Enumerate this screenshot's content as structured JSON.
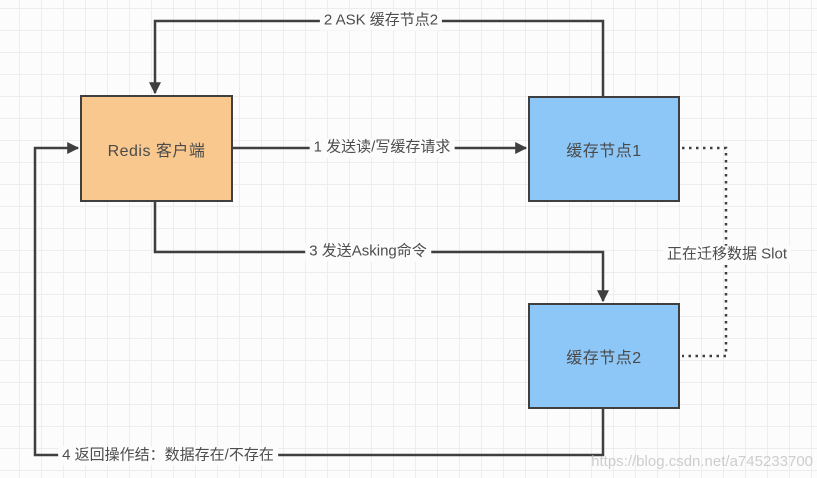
{
  "diagram": {
    "title_semantic": "Redis cluster ASK redirect flow",
    "nodes": {
      "redis_client": {
        "label": "Redis 客户端"
      },
      "cache_node_1": {
        "label": "缓存节点1"
      },
      "cache_node_2": {
        "label": "缓存节点2"
      }
    },
    "edges": {
      "step1": {
        "label": "1 发送读/写缓存请求",
        "from": "redis_client",
        "to": "cache_node_1",
        "style": "solid-arrow"
      },
      "step2": {
        "label": "2 ASK 缓存节点2",
        "from": "cache_node_1",
        "to": "redis_client",
        "style": "solid-arrow"
      },
      "step3": {
        "label": "3 发送Asking命令",
        "from": "redis_client",
        "to": "cache_node_2",
        "style": "solid-arrow"
      },
      "step4": {
        "label": "4 返回操作结：数据存在/不存在",
        "from": "cache_node_2",
        "to": "redis_client",
        "style": "solid-arrow"
      },
      "migration": {
        "label": "正在迁移数据 Slot",
        "from": "cache_node_1",
        "to": "cache_node_2",
        "style": "dotted"
      }
    },
    "colors": {
      "client_fill": "#f9c88e",
      "cache_fill": "#8dc7f7",
      "stroke": "#3f3f3f",
      "label_text": "#4d4d4d",
      "grid_line": "#ededed",
      "canvas_bg": "#fcfcfc"
    },
    "watermark": "https://blog.csdn.net/a745233700"
  }
}
